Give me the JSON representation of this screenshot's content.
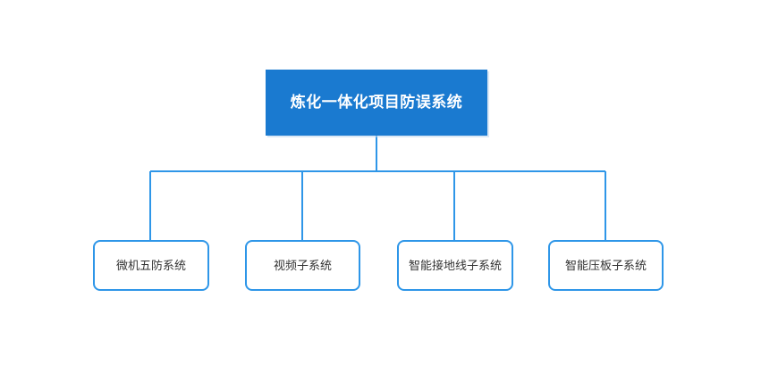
{
  "diagram": {
    "type": "org-chart",
    "background_color": "#ffffff",
    "root": {
      "label": "炼化一体化项目防误系统",
      "fill_color": "#1a7ad0",
      "text_color": "#ffffff"
    },
    "connector_color": "#2e96e8",
    "children": [
      {
        "label": "微机五防系统"
      },
      {
        "label": "视频子系统"
      },
      {
        "label": "智能接地线子系统"
      },
      {
        "label": "智能压板子系统"
      }
    ]
  }
}
